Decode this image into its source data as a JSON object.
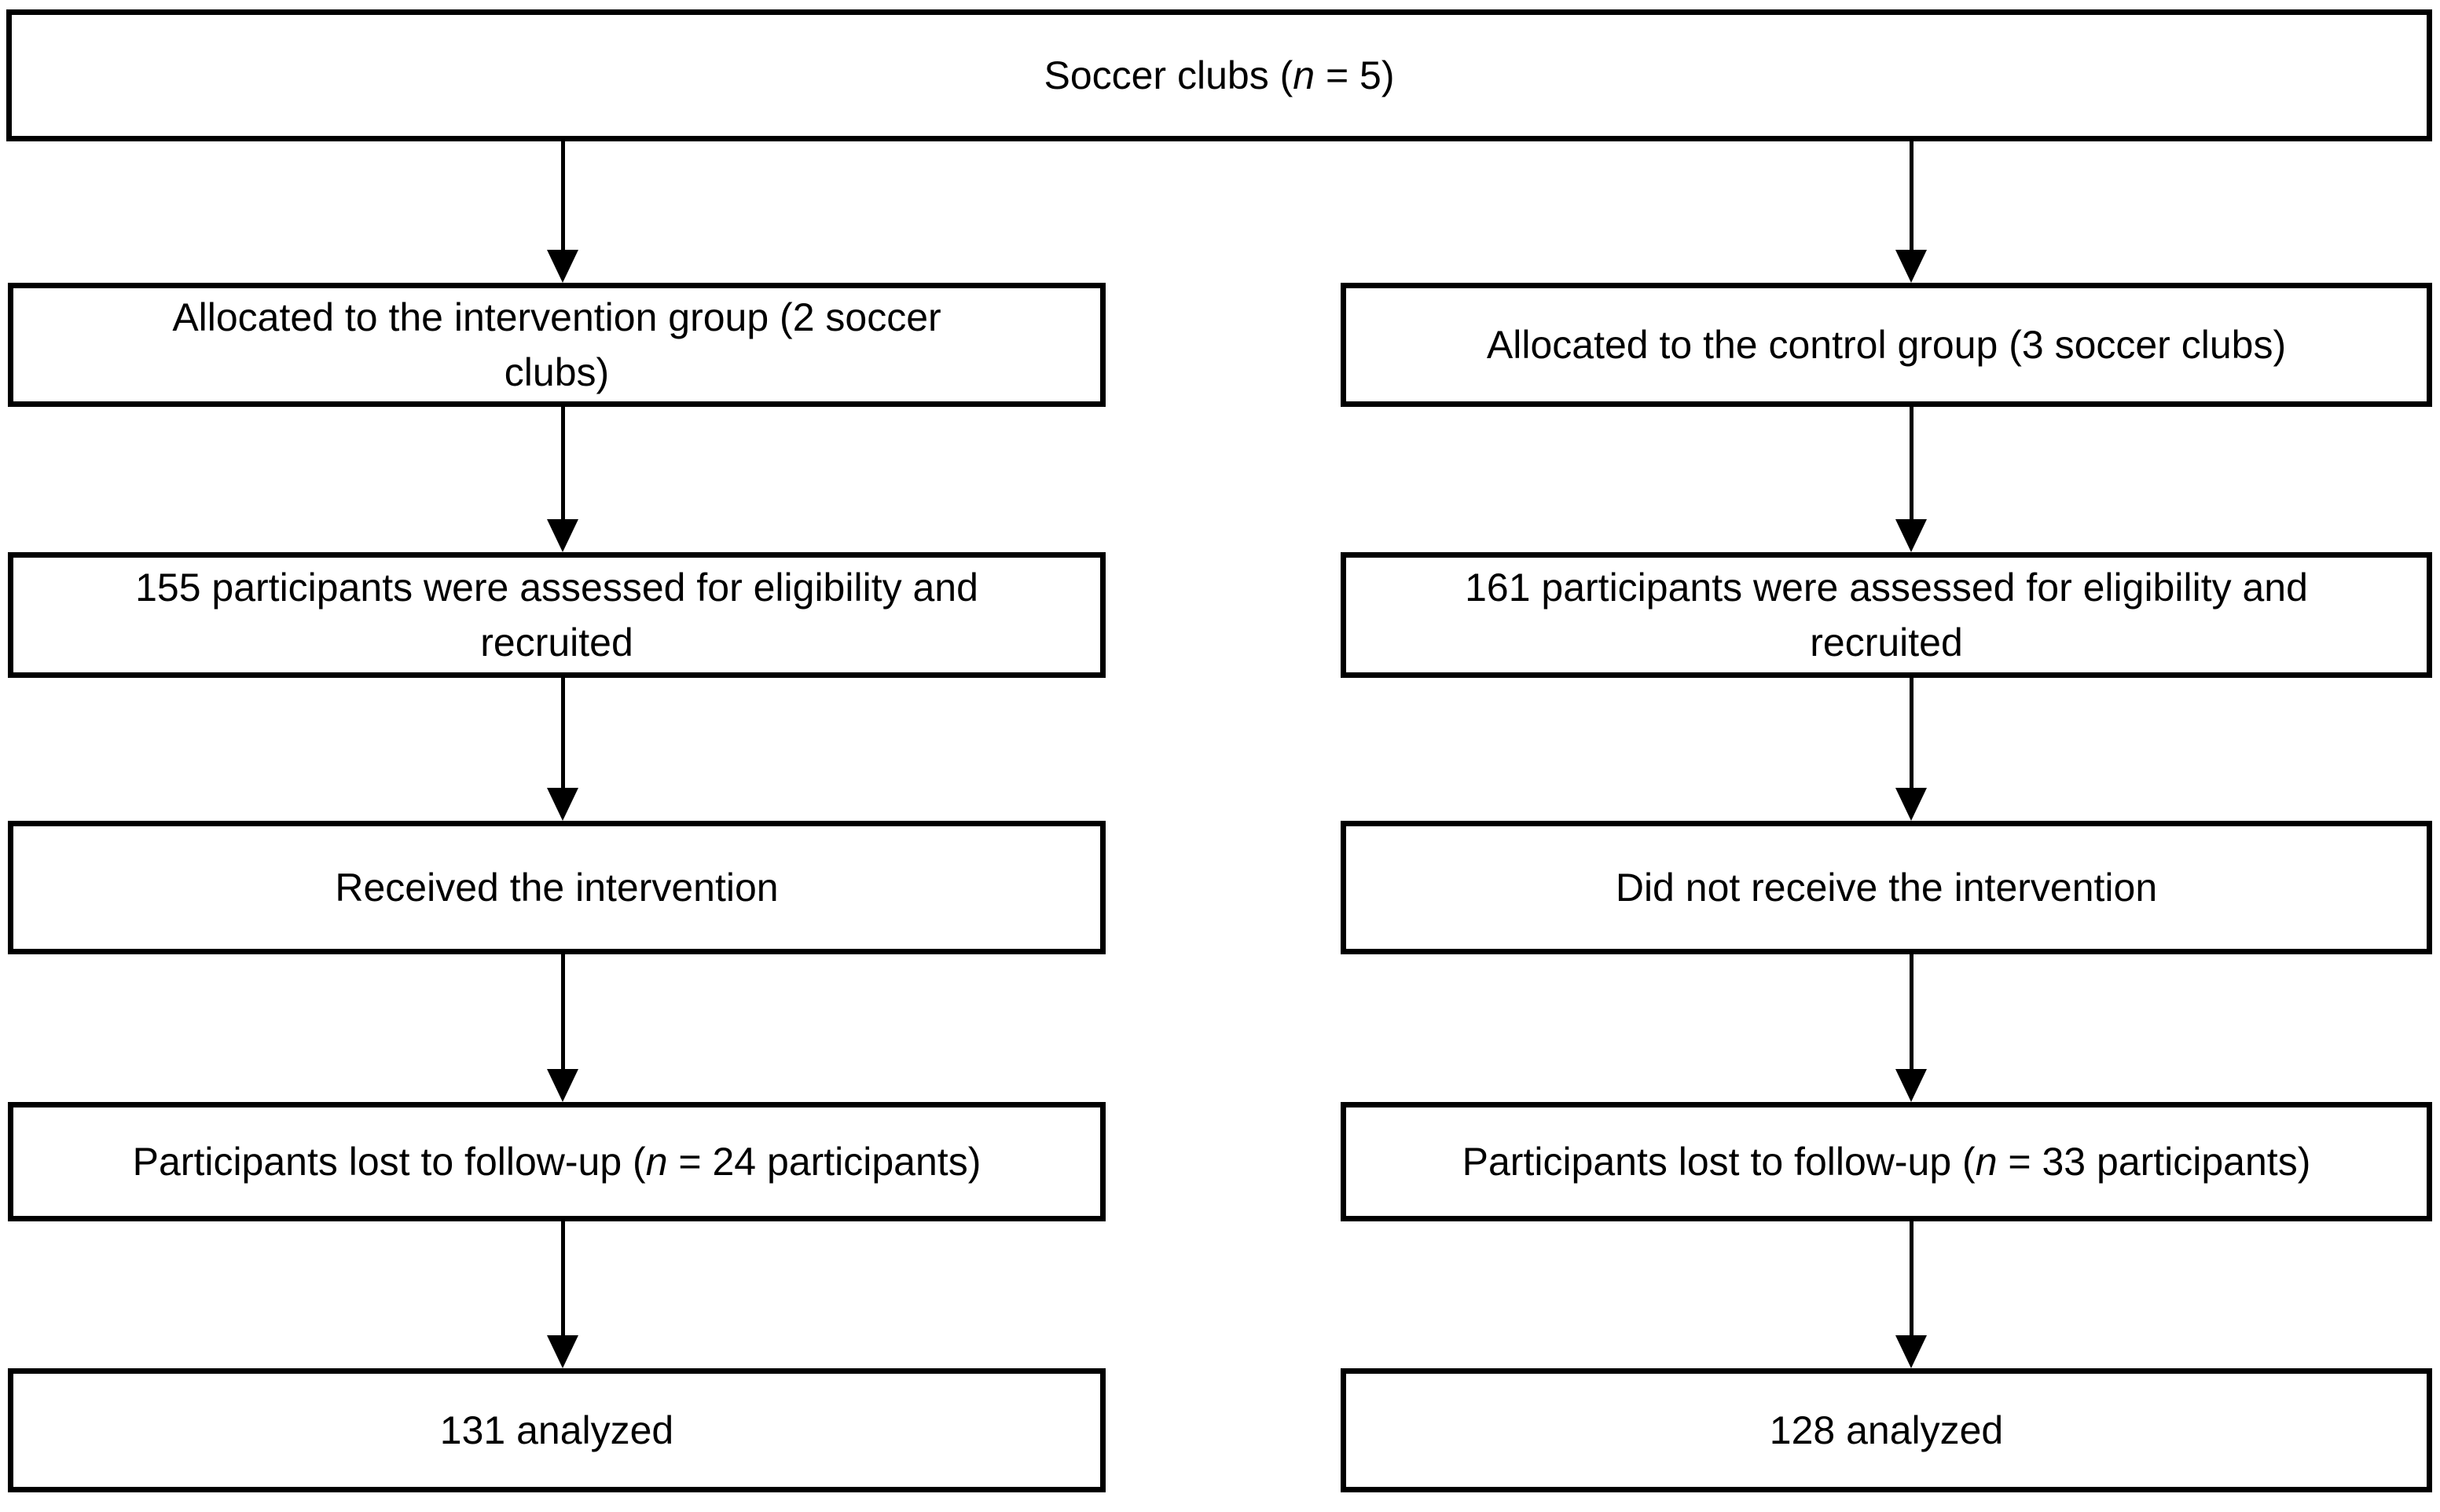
{
  "colors": {
    "box_border": "#000000",
    "box_background": "#ffffff",
    "text": "#000000",
    "arrow": "#000000"
  },
  "diagram_type": "participant-flow-diagram",
  "top_box": {
    "pre": "Soccer clubs (",
    "n_var": "n",
    "post": " = 5)"
  },
  "columns": {
    "intervention": {
      "allocated": "Allocated to the intervention group (2 soccer\nclubs)",
      "assessed": "155 participants were assessed for eligibility and\nrecruited",
      "received": "Received the intervention",
      "lost_pre": "Participants lost to follow-up (",
      "lost_n_var": "n",
      "lost_post": " = 24 participants)",
      "analyzed": "131 analyzed"
    },
    "control": {
      "allocated": "Allocated to the control group (3 soccer clubs)",
      "assessed": "161 participants were assessed for eligibility and\nrecruited",
      "received": "Did not receive the intervention",
      "lost_pre": "Participants lost to follow-up (",
      "lost_n_var": "n",
      "lost_post": " = 33 participants)",
      "analyzed": "128 analyzed"
    }
  }
}
